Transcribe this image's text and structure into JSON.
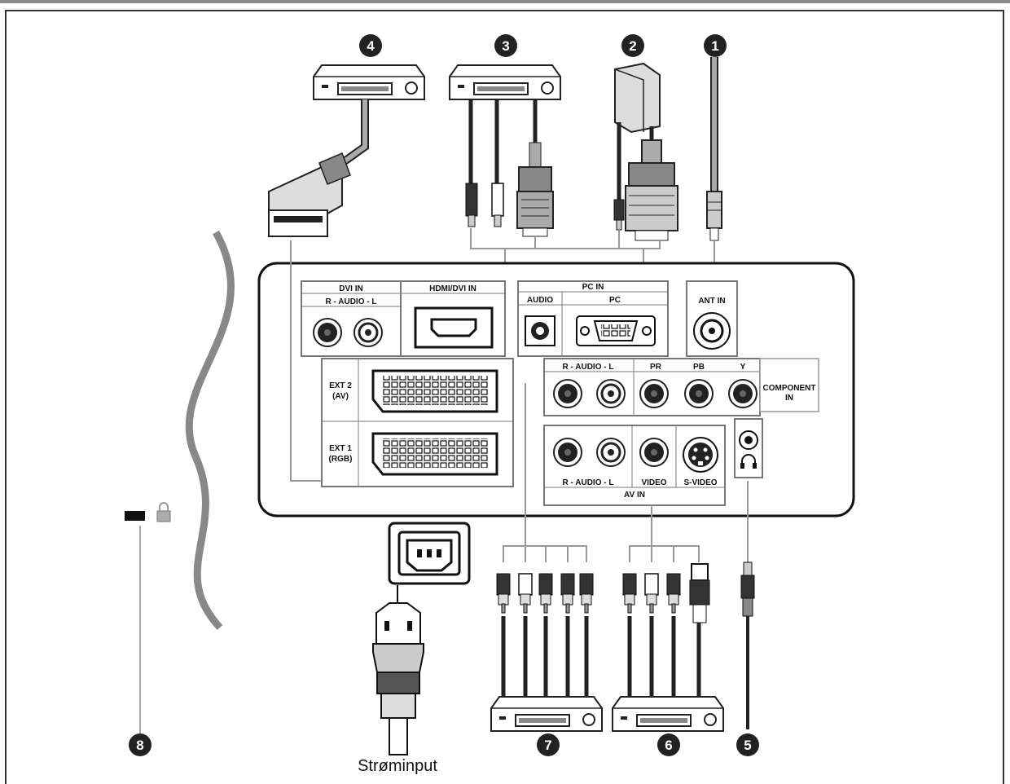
{
  "panel_labels": {
    "dvi_in": "DVI IN",
    "dvi_audio": "R - AUDIO - L",
    "hdmi_dvi_in": "HDMI/DVI IN",
    "pc_in": "PC IN",
    "pc_audio": "AUDIO",
    "pc": "PC",
    "ant_in": "ANT IN",
    "ext2": "EXT 2",
    "ext2_sub": "(AV)",
    "ext1": "EXT 1",
    "ext1_sub": "(RGB)",
    "component_audio": "R - AUDIO - L",
    "component_pr": "PR",
    "component_pb": "PB",
    "component_y": "Y",
    "component_in": "COMPONENT",
    "component_in_2": "IN",
    "av_audio": "R - AUDIO - L",
    "av_video": "VIDEO",
    "av_svideo": "S-VIDEO",
    "av_in": "AV IN"
  },
  "callouts": [
    "1",
    "2",
    "3",
    "4",
    "5",
    "6",
    "7",
    "8"
  ],
  "power_caption": "Strøminput",
  "icons": {
    "headphone": "headphone-icon",
    "lock": "lock-icon"
  }
}
